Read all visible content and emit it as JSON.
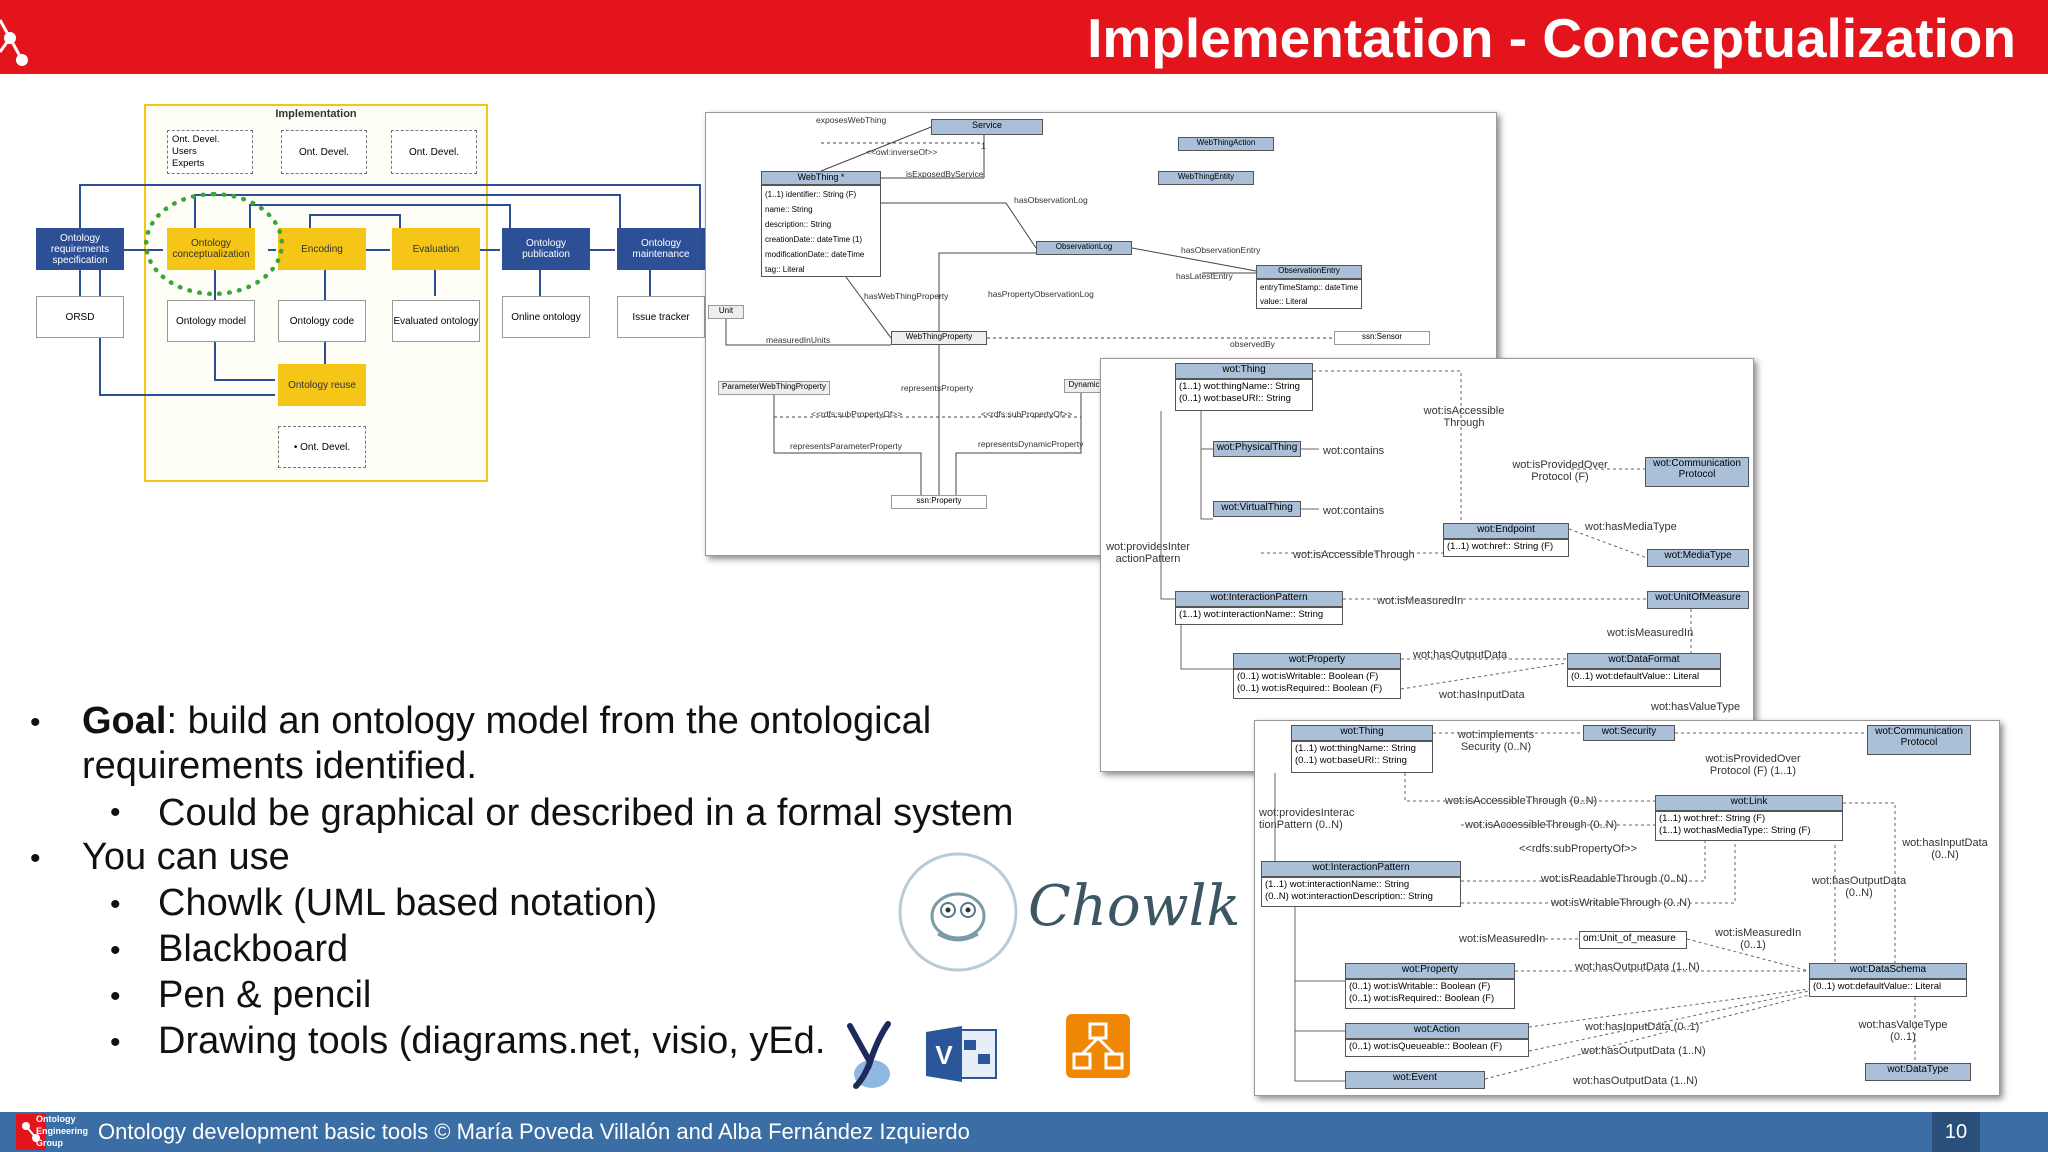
{
  "header": {
    "title": "Implementation - Conceptualization"
  },
  "footer": {
    "text": "Ontology development basic tools  © María Poveda Villalón  and Alba Fernández Izquierdo",
    "page_number": "10",
    "logo_text": "Ontology Engineering Group"
  },
  "bullets": {
    "goal_bold": "Goal",
    "goal_rest": ": build an ontology model from the ontological",
    "goal_line2": "requirements identified.",
    "sub1": "Could be graphical or described in a formal system",
    "use": "You can use",
    "tools": [
      "Chowlk (UML based notation)",
      "Blackboard",
      "Pen & pencil",
      "Drawing tools (diagrams.net, visio, yEd."
    ]
  },
  "chowlk_logo": "Chowlk",
  "methodology": {
    "implementation_title": "Implementation",
    "roles_left": [
      "Ont. Devel.",
      "Users",
      "Experts"
    ],
    "roles_mid": "Ont. Devel.",
    "roles_right": "Ont. Devel.",
    "spec": "Ontology requirements specification",
    "conceptualization": "Ontology conceptualization",
    "encoding": "Encoding",
    "evaluation": "Evaluation",
    "publication": "Ontology publication",
    "maintenance": "Ontology maintenance",
    "reuse": "Ontology reuse",
    "orsd": "ORSD",
    "model": "Ontology model",
    "code": "Ontology code",
    "evaluated": "Evaluated ontology",
    "online": "Online ontology",
    "tracker": "Issue tracker",
    "reuse_role": "Ont. Devel."
  },
  "diagram1": {
    "boxes": {
      "service": "Service",
      "webthing": "WebThing *",
      "webthingaction": "WebThingAction",
      "webthingentity": "WebThingEntity",
      "observationlog": "ObservationLog",
      "observationentry": "ObservationEntry",
      "unit": "Unit",
      "webthingproperty": "WebThingProperty",
      "ssnsensor": "ssn:Sensor",
      "paramprop": "ParameterWebThingProperty",
      "dynamic": "Dynamic",
      "ssnproperty": "ssn:Property"
    },
    "webthing_attrs": [
      "(1..1) identifier:: String (F)",
      "name:: String",
      "description:: String",
      "creationDate:: dateTime (1)",
      "modificationDate:: dateTime",
      "tag:: Literal"
    ],
    "obsentry_attrs": [
      "entryTimeStamp:: dateTime",
      "value:: Literal"
    ],
    "labels": {
      "exposes": "exposesWebThing",
      "inverse": "<<owl:inverseOf>>",
      "isexposed": "isExposedByService",
      "one": "1",
      "hasobslog": "hasObservationLog",
      "hasobsentry": "hasObservationEntry",
      "haslatest": "hasLatestEntry",
      "haswtp": "hasWebThingProperty",
      "haspropobs": "hasPropertyObservationLog",
      "measured": "measuredInUnits",
      "observed": "observedBy",
      "represents": "representsProperty",
      "subprop1": "<<rdfs:subPropertyOf>>",
      "subprop2": "<<rdfs:subPropertyOf>>",
      "repparam": "representsParameterProperty",
      "repdyn": "representsDynamicProperty"
    }
  },
  "diagram2": {
    "thing": "wot:Thing",
    "thing_attrs": [
      "(1..1) wot:thingName:: String",
      "(0..1) wot:baseURI:: String"
    ],
    "physical": "wot:PhysicalThing",
    "virtual": "wot:VirtualThing",
    "contains1": "wot:contains",
    "contains2": "wot:contains",
    "accessible": "wot:isAccessible Through",
    "providedover": "wot:isProvidedOver Protocol (F)",
    "commprotocol": "wot:Communication Protocol",
    "endpoint": "wot:Endpoint",
    "endpoint_attr": "(1..1) wot:href:: String (F)",
    "hasmediatype": "wot:hasMediaType",
    "mediatype": "wot:MediaType",
    "providesinteraction": "wot:providesInter actionPattern",
    "accessiblethrough": "wot:isAccessibleThrough",
    "interaction": "wot:InteractionPattern",
    "interaction_attr": "(1..1) wot:interactionName:: String",
    "measuredin": "wot:isMeasuredIn",
    "unit": "wot:UnitOfMeasure",
    "measuredin2": "wot:isMeasuredIn",
    "property": "wot:Property",
    "property_attrs": [
      "(0..1) wot:isWritable:: Boolean (F)",
      "(0..1) wot:isRequired:: Boolean (F)"
    ],
    "hasoutput": "wot:hasOutputData",
    "hasinput": "wot:hasInputData",
    "dataformat": "wot:DataFormat",
    "dataformat_attr": "(0..1) wot:defaultValue:: Literal",
    "hasvaluetype": "wot:hasValueType"
  },
  "diagram3": {
    "thing": "wot:Thing",
    "thing_attrs": [
      "(1..1) wot:thingName:: String",
      "(0..1) wot:baseURI:: String"
    ],
    "implements": "wot:implements Security (0..N)",
    "security": "wot:Security",
    "commprotocol": "wot:Communication Protocol",
    "providedover": "wot:isProvidedOver Protocol (F) (1..1)",
    "providesinteraction": "wot:providesInterac tionPattern (0..N)",
    "acc1": "wot:isAccessibleThrough (0..N)",
    "acc2": "wot:isAccessibleThrough (0..N)",
    "link": "wot:Link",
    "link_attrs": [
      "(1..1) wot:href:: String (F)",
      "(1..1) wot:hasMediaType:: String (F)"
    ],
    "subprop": "<<rdfs:subPropertyOf>>",
    "hasinput_r": "wot:hasInputData (0..N)",
    "interaction": "wot:InteractionPattern",
    "interaction_attrs": [
      "(1..1) wot:interactionName:: String",
      "(0..N) wot:interactionDescription:: String"
    ],
    "readable": "wot:isReadableThrough (0..N)",
    "writable": "wot:isWritableThrough (0..N)",
    "hasoutput_r": "wot:hasOutputData (0..N)",
    "measuredin": "wot:isMeasuredIn",
    "unit": "om:Unit_of_measure",
    "measuredin2": "wot:isMeasuredIn (0..1)",
    "property": "wot:Property",
    "property_attrs": [
      "(0..1) wot:isWritable:: Boolean (F)",
      "(0..1) wot:isRequired:: Boolean (F)"
    ],
    "hasoutput1": "wot:hasOutputData (1..N)",
    "dataschema": "wot:DataSchema",
    "dataschema_attr": "(0..1) wot:defaultValue:: Literal",
    "action": "wot:Action",
    "action_attr": "(0..1) wot:isQueueable:: Boolean (F)",
    "hasinput1": "wot:hasInputData (0..1)",
    "hasoutput2": "wot:hasOutputData  (1..N)",
    "hasvaluetype": "wot:hasValueType (0..1)",
    "event": "wot:Event",
    "hasoutput3": "wot:hasOutputData (1..N)",
    "datatype": "wot:DataType"
  }
}
